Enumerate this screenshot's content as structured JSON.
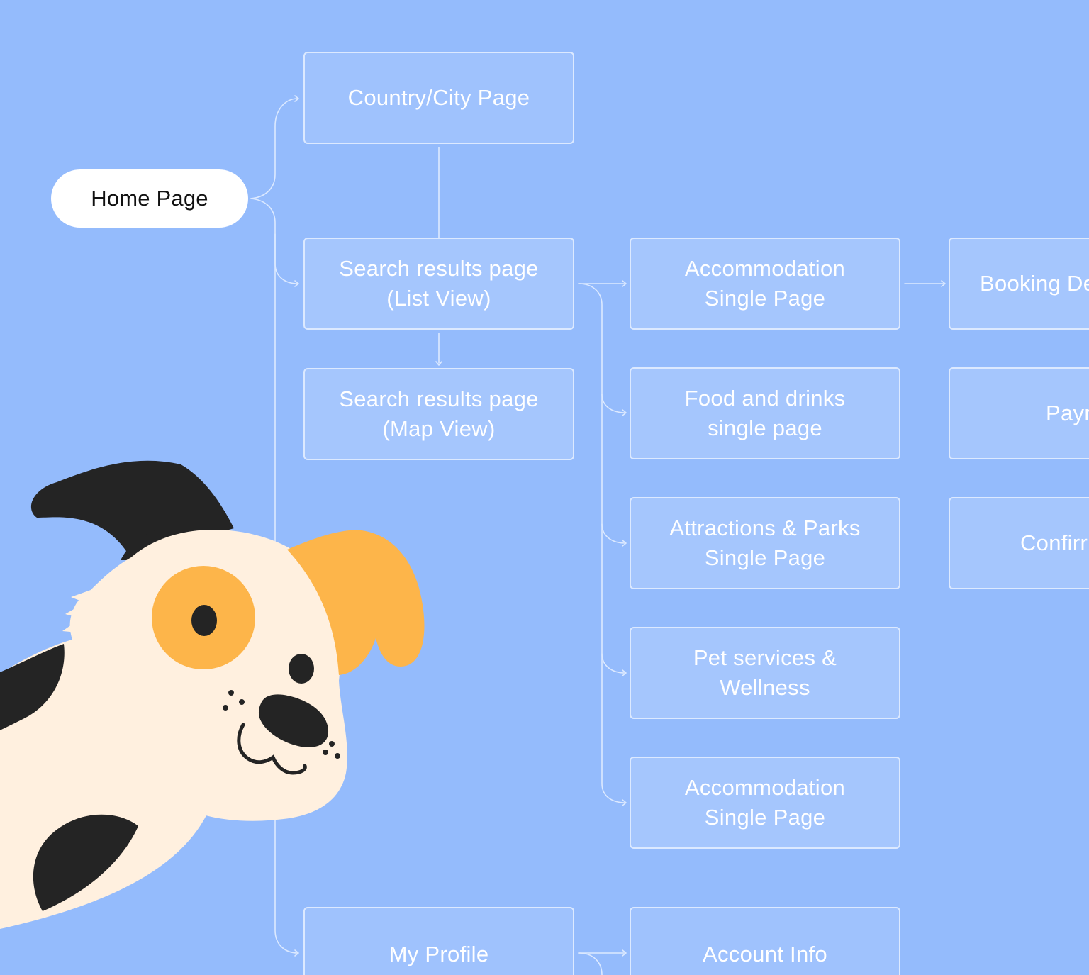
{
  "diagram": {
    "root": {
      "label": "Home Page"
    },
    "nodes": [
      {
        "id": "country_city",
        "label": "Country/City Page"
      },
      {
        "id": "search_list",
        "label": "Search results page\n(List View)"
      },
      {
        "id": "search_map",
        "label": "Search results page\n(Map View)"
      },
      {
        "id": "accommodation_1",
        "label": "Accommodation\nSingle Page"
      },
      {
        "id": "food_drinks",
        "label": "Food and drinks\nsingle page"
      },
      {
        "id": "attractions",
        "label": "Attractions & Parks\nSingle Page"
      },
      {
        "id": "pet_services",
        "label": "Pet services &\nWellness"
      },
      {
        "id": "accommodation_2",
        "label": "Accommodation\nSingle Page"
      },
      {
        "id": "booking",
        "label": "Booking De"
      },
      {
        "id": "payment",
        "label": "Payr"
      },
      {
        "id": "confirmation",
        "label": "Confirr"
      },
      {
        "id": "my_profile",
        "label": "My Profile"
      },
      {
        "id": "account_info",
        "label": "Account Info"
      }
    ],
    "colors": {
      "background": "#94bbfc",
      "node_fill": "#a5c6fd",
      "node_border": "#dce9ff",
      "connector": "#dce9ff",
      "root_fill": "#ffffff",
      "mascot_cream": "#fff0df",
      "mascot_orange": "#fdb54a",
      "mascot_black": "#242424"
    },
    "mascot": {
      "icon": "dog-mascot-icon"
    }
  }
}
